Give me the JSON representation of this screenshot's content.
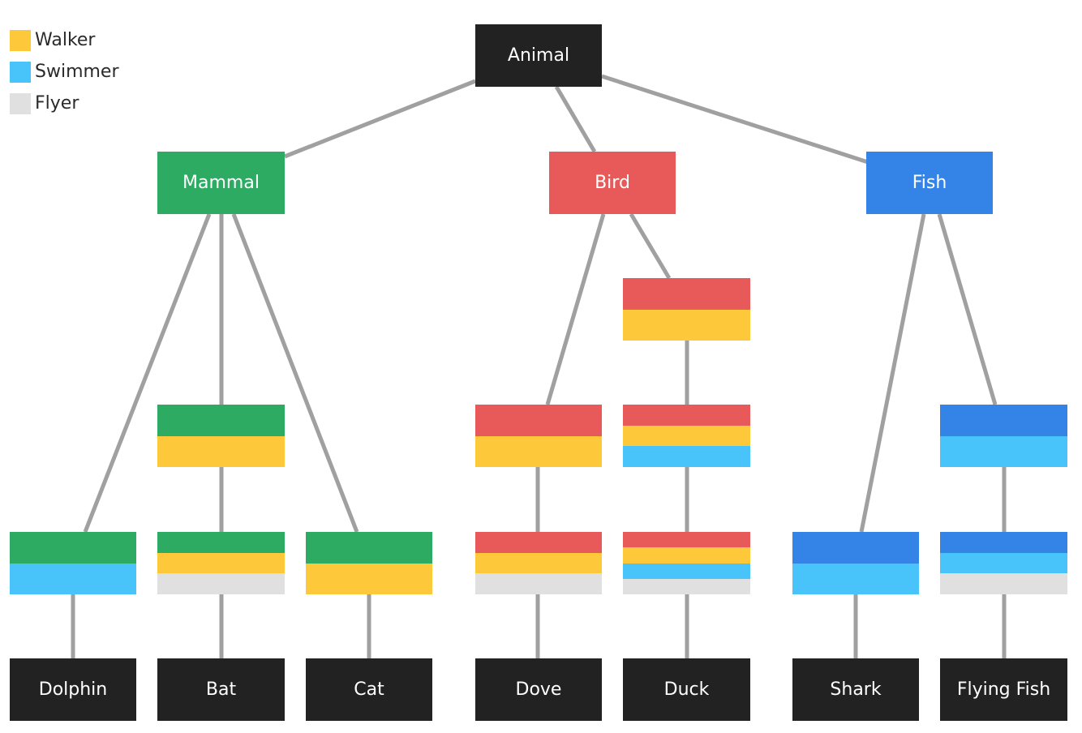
{
  "colors": {
    "line": "#a0a0a0",
    "dark": "#222222",
    "mammal": "#2dab62",
    "bird": "#e85a5a",
    "fish": "#3484e8",
    "walker": "#fdc83a",
    "swimmer": "#48c4fb",
    "flyer": "#e0e0e0"
  },
  "legend": [
    {
      "label": "Walker",
      "color": "#fdc83a"
    },
    {
      "label": "Swimmer",
      "color": "#48c4fb"
    },
    {
      "label": "Flyer",
      "color": "#e0e0e0"
    }
  ],
  "nodes": {
    "animal": "Animal",
    "mammal": "Mammal",
    "bird": "Bird",
    "fish": "Fish",
    "dolphin": "Dolphin",
    "bat": "Bat",
    "cat": "Cat",
    "dove": "Dove",
    "duck": "Duck",
    "shark": "Shark",
    "flying_fish": "Flying Fish"
  }
}
